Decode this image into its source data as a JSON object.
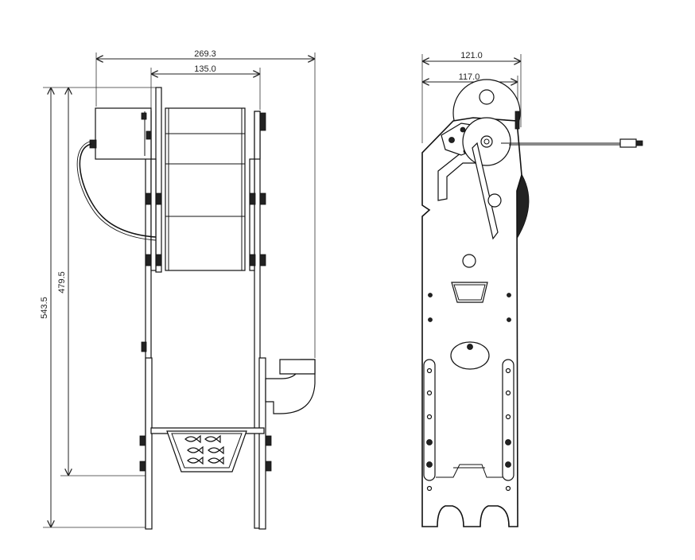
{
  "dimensions": {
    "front_width_overall": "269.3",
    "front_width_inner": "135.0",
    "side_width_overall": "121.0",
    "side_width_inner": "117.0",
    "height_overall": "543.5",
    "height_inner": "479.5"
  }
}
